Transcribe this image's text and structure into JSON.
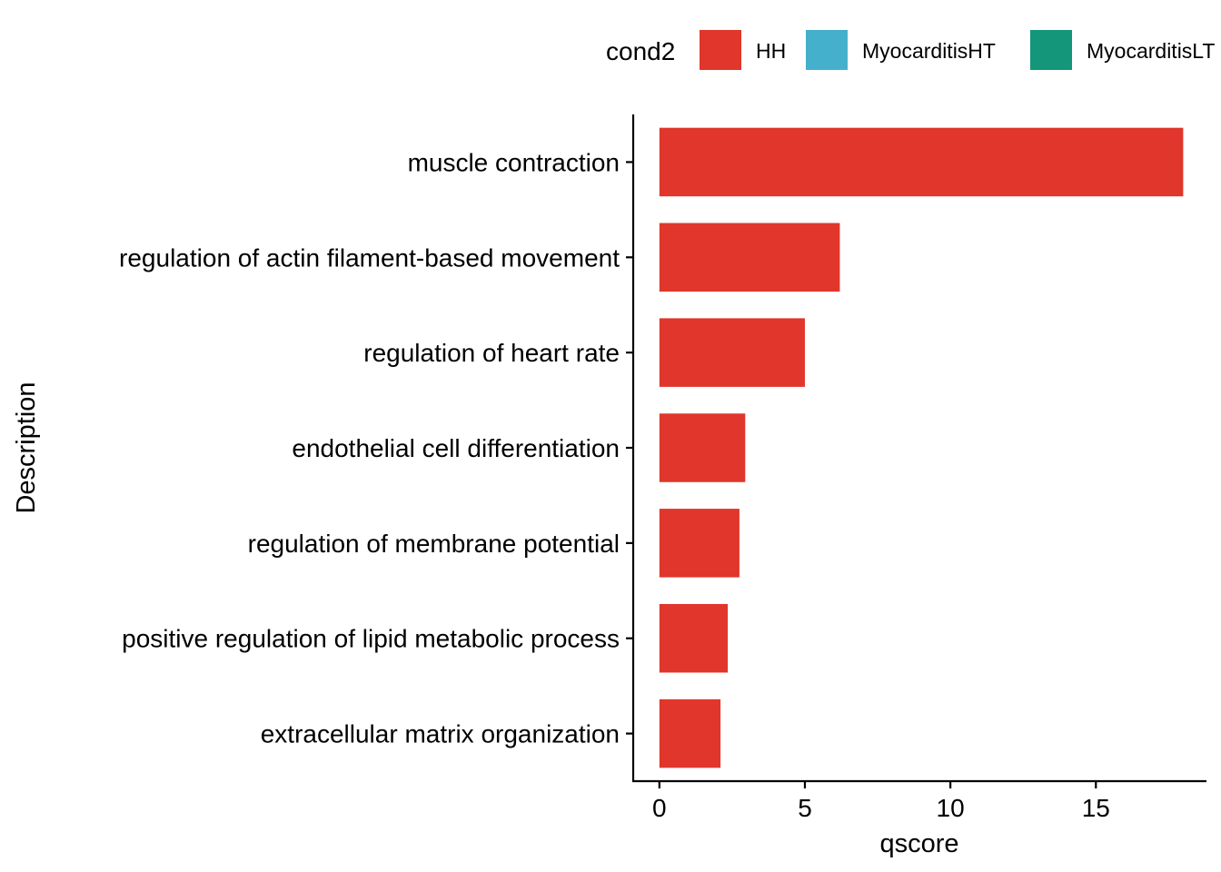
{
  "chart_data": {
    "type": "bar",
    "orientation": "horizontal",
    "xlabel": "qscore",
    "ylabel": "Description",
    "xlim": [
      -0.9,
      18.8
    ],
    "xticks": [
      0,
      5,
      10,
      15
    ],
    "grid": false,
    "legend": {
      "title": "cond2",
      "position": "top",
      "entries": [
        {
          "name": "HH",
          "color": "#E0362B"
        },
        {
          "name": "MyocarditisHT",
          "color": "#44B0CC"
        },
        {
          "name": "MyocarditisLT",
          "color": "#13967A"
        }
      ]
    },
    "categories": [
      "muscle contraction",
      "regulation of actin filament-based movement",
      "regulation of heart rate",
      "endothelial cell differentiation",
      "regulation of membrane potential",
      "positive regulation of lipid metabolic process",
      "extracellular matrix organization"
    ],
    "series": [
      {
        "name": "HH",
        "color": "#E0362B",
        "values": [
          18.0,
          6.2,
          5.0,
          2.95,
          2.75,
          2.35,
          2.1
        ]
      }
    ]
  }
}
